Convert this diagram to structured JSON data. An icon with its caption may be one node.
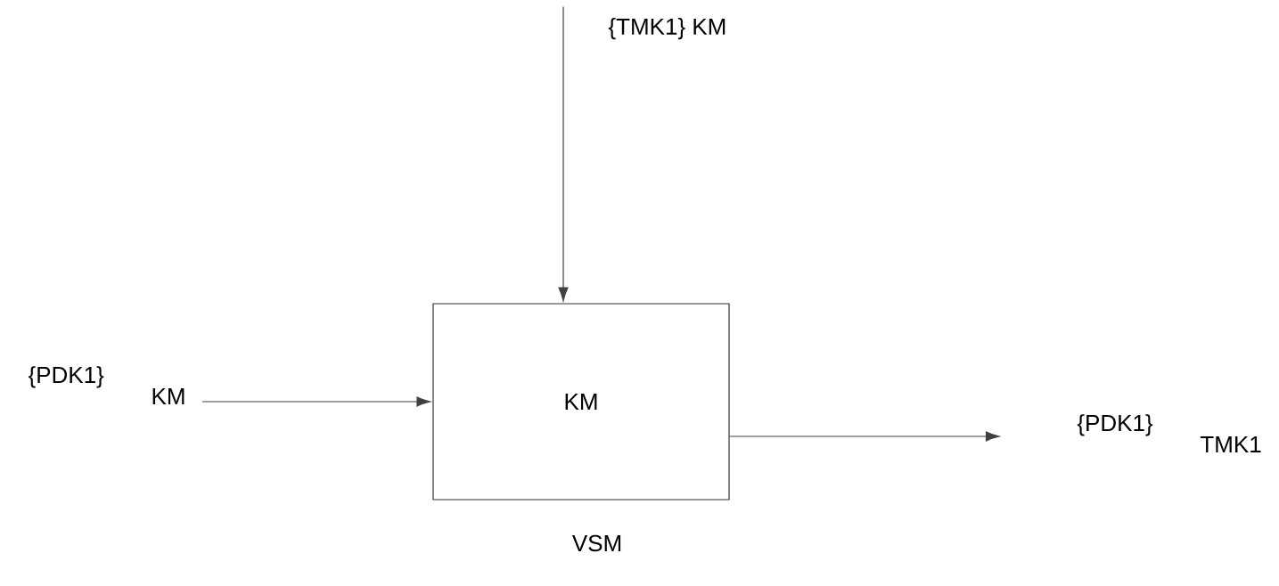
{
  "diagram": {
    "nodes": [
      {
        "text": [
          "{PDK1}",
          "KM"
        ]
      },
      {
        "text": [
          "KM"
        ],
        "beside": [
          "VSM"
        ]
      },
      {
        "text": [
          "{PDK1}",
          "TMK1"
        ]
      }
    ],
    "edges": [
      {
        "from": null,
        "to": 1,
        "arrow": "to",
        "label": "{TMK1} KM"
      },
      {
        "from": 0,
        "to": 1,
        "arrow": "to"
      },
      {
        "from": 1,
        "to": 2,
        "arrow": "to"
      }
    ]
  }
}
